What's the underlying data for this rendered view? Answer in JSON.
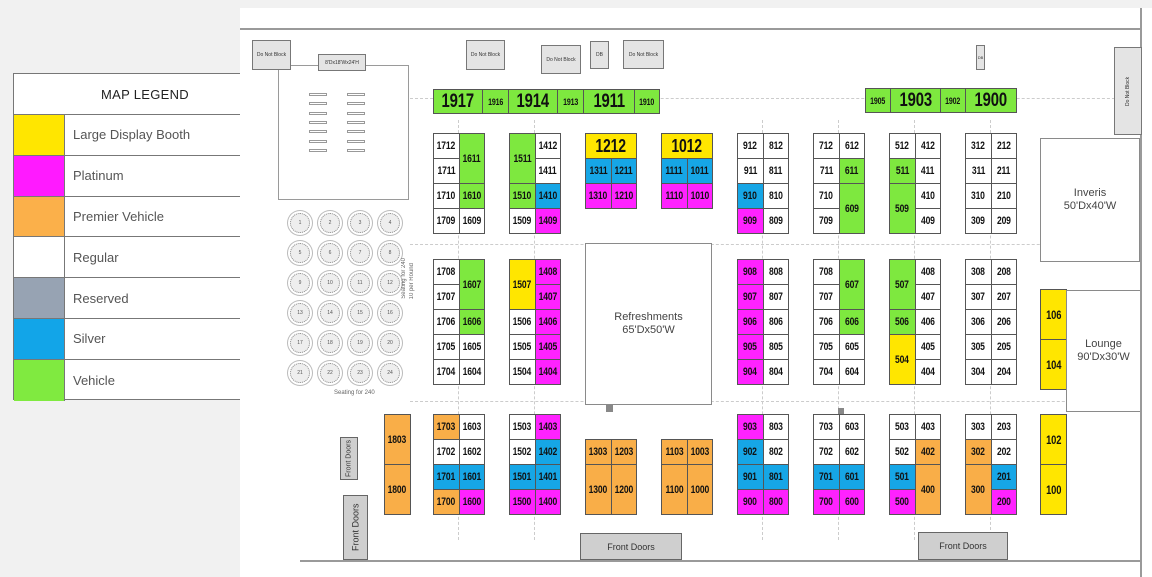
{
  "legend": {
    "title": "MAP LEGEND",
    "items": [
      {
        "label": "Large Display Booth",
        "color": "#ffe600"
      },
      {
        "label": "Platinum",
        "color": "#ff1aff"
      },
      {
        "label": "Premier Vehicle",
        "color": "#fbb04a"
      },
      {
        "label": "Regular",
        "color": "#ffffff"
      },
      {
        "label": "Reserved",
        "color": "#97a3b3"
      },
      {
        "label": "Silver",
        "color": "#12a5e8"
      },
      {
        "label": "Vehicle",
        "color": "#80ea40"
      }
    ]
  },
  "category_colors": {
    "L": "#ffe600",
    "P": "#ff22ff",
    "PV": "#f9ae48",
    "R": "#ffffff",
    "RS": "#97a3b3",
    "S": "#16a6e6",
    "V": "#7ee83f"
  },
  "booths": [
    {
      "id": "1917",
      "cat": "V"
    },
    {
      "id": "1916",
      "cat": "V"
    },
    {
      "id": "1914",
      "cat": "V"
    },
    {
      "id": "1913",
      "cat": "V"
    },
    {
      "id": "1911",
      "cat": "V"
    },
    {
      "id": "1910",
      "cat": "V"
    },
    {
      "id": "1905",
      "cat": "V"
    },
    {
      "id": "1903",
      "cat": "V"
    },
    {
      "id": "1902",
      "cat": "V"
    },
    {
      "id": "1900",
      "cat": "V"
    },
    {
      "id": "1712",
      "cat": "R"
    },
    {
      "id": "1611",
      "cat": "V"
    },
    {
      "id": "1711",
      "cat": "R"
    },
    {
      "id": "1710",
      "cat": "R"
    },
    {
      "id": "1610",
      "cat": "V"
    },
    {
      "id": "1709",
      "cat": "R"
    },
    {
      "id": "1609",
      "cat": "R"
    },
    {
      "id": "1511",
      "cat": "V"
    },
    {
      "id": "1412",
      "cat": "R"
    },
    {
      "id": "1411",
      "cat": "R"
    },
    {
      "id": "1510",
      "cat": "V"
    },
    {
      "id": "1410",
      "cat": "S"
    },
    {
      "id": "1509",
      "cat": "R"
    },
    {
      "id": "1409",
      "cat": "P"
    },
    {
      "id": "1212",
      "cat": "L"
    },
    {
      "id": "1311",
      "cat": "S"
    },
    {
      "id": "1211",
      "cat": "S"
    },
    {
      "id": "1310",
      "cat": "P"
    },
    {
      "id": "1210",
      "cat": "P"
    },
    {
      "id": "1012",
      "cat": "L"
    },
    {
      "id": "1111",
      "cat": "S"
    },
    {
      "id": "1011",
      "cat": "S"
    },
    {
      "id": "1110",
      "cat": "P"
    },
    {
      "id": "1010",
      "cat": "P"
    },
    {
      "id": "912",
      "cat": "R"
    },
    {
      "id": "812",
      "cat": "R"
    },
    {
      "id": "911",
      "cat": "R"
    },
    {
      "id": "811",
      "cat": "R"
    },
    {
      "id": "910",
      "cat": "S"
    },
    {
      "id": "810",
      "cat": "R"
    },
    {
      "id": "909",
      "cat": "P"
    },
    {
      "id": "809",
      "cat": "R"
    },
    {
      "id": "712",
      "cat": "R"
    },
    {
      "id": "612",
      "cat": "R"
    },
    {
      "id": "711",
      "cat": "R"
    },
    {
      "id": "611",
      "cat": "V"
    },
    {
      "id": "710",
      "cat": "R"
    },
    {
      "id": "609",
      "cat": "V"
    },
    {
      "id": "709",
      "cat": "R"
    },
    {
      "id": "512",
      "cat": "R"
    },
    {
      "id": "412",
      "cat": "R"
    },
    {
      "id": "511",
      "cat": "V"
    },
    {
      "id": "411",
      "cat": "R"
    },
    {
      "id": "509",
      "cat": "V"
    },
    {
      "id": "410",
      "cat": "R"
    },
    {
      "id": "409",
      "cat": "R"
    },
    {
      "id": "312",
      "cat": "R"
    },
    {
      "id": "212",
      "cat": "R"
    },
    {
      "id": "311",
      "cat": "R"
    },
    {
      "id": "211",
      "cat": "R"
    },
    {
      "id": "310",
      "cat": "R"
    },
    {
      "id": "210",
      "cat": "R"
    },
    {
      "id": "309",
      "cat": "R"
    },
    {
      "id": "209",
      "cat": "R"
    },
    {
      "id": "1708",
      "cat": "R"
    },
    {
      "id": "1607",
      "cat": "V"
    },
    {
      "id": "1707",
      "cat": "R"
    },
    {
      "id": "1706",
      "cat": "R"
    },
    {
      "id": "1606",
      "cat": "V"
    },
    {
      "id": "1705",
      "cat": "R"
    },
    {
      "id": "1605",
      "cat": "R"
    },
    {
      "id": "1704",
      "cat": "R"
    },
    {
      "id": "1604",
      "cat": "R"
    },
    {
      "id": "1507",
      "cat": "L"
    },
    {
      "id": "1408",
      "cat": "P"
    },
    {
      "id": "1407",
      "cat": "P"
    },
    {
      "id": "1506",
      "cat": "R"
    },
    {
      "id": "1406",
      "cat": "P"
    },
    {
      "id": "1505",
      "cat": "R"
    },
    {
      "id": "1405",
      "cat": "P"
    },
    {
      "id": "1504",
      "cat": "R"
    },
    {
      "id": "1404",
      "cat": "P"
    },
    {
      "id": "908",
      "cat": "P"
    },
    {
      "id": "808",
      "cat": "R"
    },
    {
      "id": "907",
      "cat": "P"
    },
    {
      "id": "807",
      "cat": "R"
    },
    {
      "id": "906",
      "cat": "P"
    },
    {
      "id": "806",
      "cat": "R"
    },
    {
      "id": "905",
      "cat": "P"
    },
    {
      "id": "805",
      "cat": "R"
    },
    {
      "id": "904",
      "cat": "P"
    },
    {
      "id": "804",
      "cat": "R"
    },
    {
      "id": "708",
      "cat": "R"
    },
    {
      "id": "607",
      "cat": "V"
    },
    {
      "id": "707",
      "cat": "R"
    },
    {
      "id": "706",
      "cat": "R"
    },
    {
      "id": "606",
      "cat": "V"
    },
    {
      "id": "705",
      "cat": "R"
    },
    {
      "id": "605",
      "cat": "R"
    },
    {
      "id": "704",
      "cat": "R"
    },
    {
      "id": "604",
      "cat": "R"
    },
    {
      "id": "507",
      "cat": "V"
    },
    {
      "id": "408",
      "cat": "R"
    },
    {
      "id": "407",
      "cat": "R"
    },
    {
      "id": "506",
      "cat": "V"
    },
    {
      "id": "406",
      "cat": "R"
    },
    {
      "id": "504",
      "cat": "L"
    },
    {
      "id": "405",
      "cat": "R"
    },
    {
      "id": "404",
      "cat": "R"
    },
    {
      "id": "308",
      "cat": "R"
    },
    {
      "id": "208",
      "cat": "R"
    },
    {
      "id": "307",
      "cat": "R"
    },
    {
      "id": "207",
      "cat": "R"
    },
    {
      "id": "306",
      "cat": "R"
    },
    {
      "id": "206",
      "cat": "R"
    },
    {
      "id": "305",
      "cat": "R"
    },
    {
      "id": "205",
      "cat": "R"
    },
    {
      "id": "304",
      "cat": "R"
    },
    {
      "id": "204",
      "cat": "R"
    },
    {
      "id": "106",
      "cat": "L"
    },
    {
      "id": "104",
      "cat": "L"
    },
    {
      "id": "1803",
      "cat": "PV"
    },
    {
      "id": "1800",
      "cat": "PV"
    },
    {
      "id": "1703",
      "cat": "PV"
    },
    {
      "id": "1603",
      "cat": "R"
    },
    {
      "id": "1702",
      "cat": "R"
    },
    {
      "id": "1602",
      "cat": "R"
    },
    {
      "id": "1701",
      "cat": "S"
    },
    {
      "id": "1601",
      "cat": "S"
    },
    {
      "id": "1700",
      "cat": "PV"
    },
    {
      "id": "1600",
      "cat": "P"
    },
    {
      "id": "1503",
      "cat": "R"
    },
    {
      "id": "1403",
      "cat": "P"
    },
    {
      "id": "1502",
      "cat": "R"
    },
    {
      "id": "1402",
      "cat": "S"
    },
    {
      "id": "1501",
      "cat": "S"
    },
    {
      "id": "1401",
      "cat": "S"
    },
    {
      "id": "1500",
      "cat": "P"
    },
    {
      "id": "1400",
      "cat": "P"
    },
    {
      "id": "1303",
      "cat": "PV"
    },
    {
      "id": "1203",
      "cat": "PV"
    },
    {
      "id": "1300",
      "cat": "PV"
    },
    {
      "id": "1200",
      "cat": "PV"
    },
    {
      "id": "1103",
      "cat": "PV"
    },
    {
      "id": "1003",
      "cat": "PV"
    },
    {
      "id": "1100",
      "cat": "PV"
    },
    {
      "id": "1000",
      "cat": "PV"
    },
    {
      "id": "903",
      "cat": "P"
    },
    {
      "id": "803",
      "cat": "R"
    },
    {
      "id": "902",
      "cat": "S"
    },
    {
      "id": "802",
      "cat": "R"
    },
    {
      "id": "901",
      "cat": "S"
    },
    {
      "id": "801",
      "cat": "S"
    },
    {
      "id": "900",
      "cat": "P"
    },
    {
      "id": "800",
      "cat": "P"
    },
    {
      "id": "703",
      "cat": "R"
    },
    {
      "id": "603",
      "cat": "R"
    },
    {
      "id": "702",
      "cat": "R"
    },
    {
      "id": "602",
      "cat": "R"
    },
    {
      "id": "701",
      "cat": "S"
    },
    {
      "id": "601",
      "cat": "S"
    },
    {
      "id": "700",
      "cat": "P"
    },
    {
      "id": "600",
      "cat": "P"
    },
    {
      "id": "503",
      "cat": "R"
    },
    {
      "id": "403",
      "cat": "R"
    },
    {
      "id": "502",
      "cat": "R"
    },
    {
      "id": "402",
      "cat": "PV"
    },
    {
      "id": "501",
      "cat": "S"
    },
    {
      "id": "400",
      "cat": "PV"
    },
    {
      "id": "500",
      "cat": "P"
    },
    {
      "id": "303",
      "cat": "R"
    },
    {
      "id": "203",
      "cat": "R"
    },
    {
      "id": "302",
      "cat": "PV"
    },
    {
      "id": "202",
      "cat": "R"
    },
    {
      "id": "300",
      "cat": "PV"
    },
    {
      "id": "201",
      "cat": "S"
    },
    {
      "id": "200",
      "cat": "P"
    },
    {
      "id": "102",
      "cat": "L"
    },
    {
      "id": "100",
      "cat": "L"
    }
  ],
  "rooms": {
    "refreshments": {
      "name": "Refreshments",
      "size": "65'Dx50'W"
    },
    "inveris": {
      "name": "Inveris",
      "size": "50'Dx40'W"
    },
    "lounge": {
      "name": "Lounge",
      "size": "90'Dx30'W"
    },
    "stage": "8'Dx18'Wx24'H"
  },
  "doors": {
    "front": "Front Doors",
    "do_not_block": "Do Not Block",
    "db": "DB"
  },
  "seating": {
    "label": "Seating for 240",
    "side_label_1": "Seating for 240",
    "side_label_2": "10 per Round",
    "tables": [
      "1",
      "2",
      "3",
      "4",
      "5",
      "6",
      "7",
      "8",
      "9",
      "10",
      "11",
      "12",
      "13",
      "14",
      "15",
      "16",
      "17",
      "18",
      "19",
      "20",
      "21",
      "22",
      "23",
      "24"
    ]
  }
}
